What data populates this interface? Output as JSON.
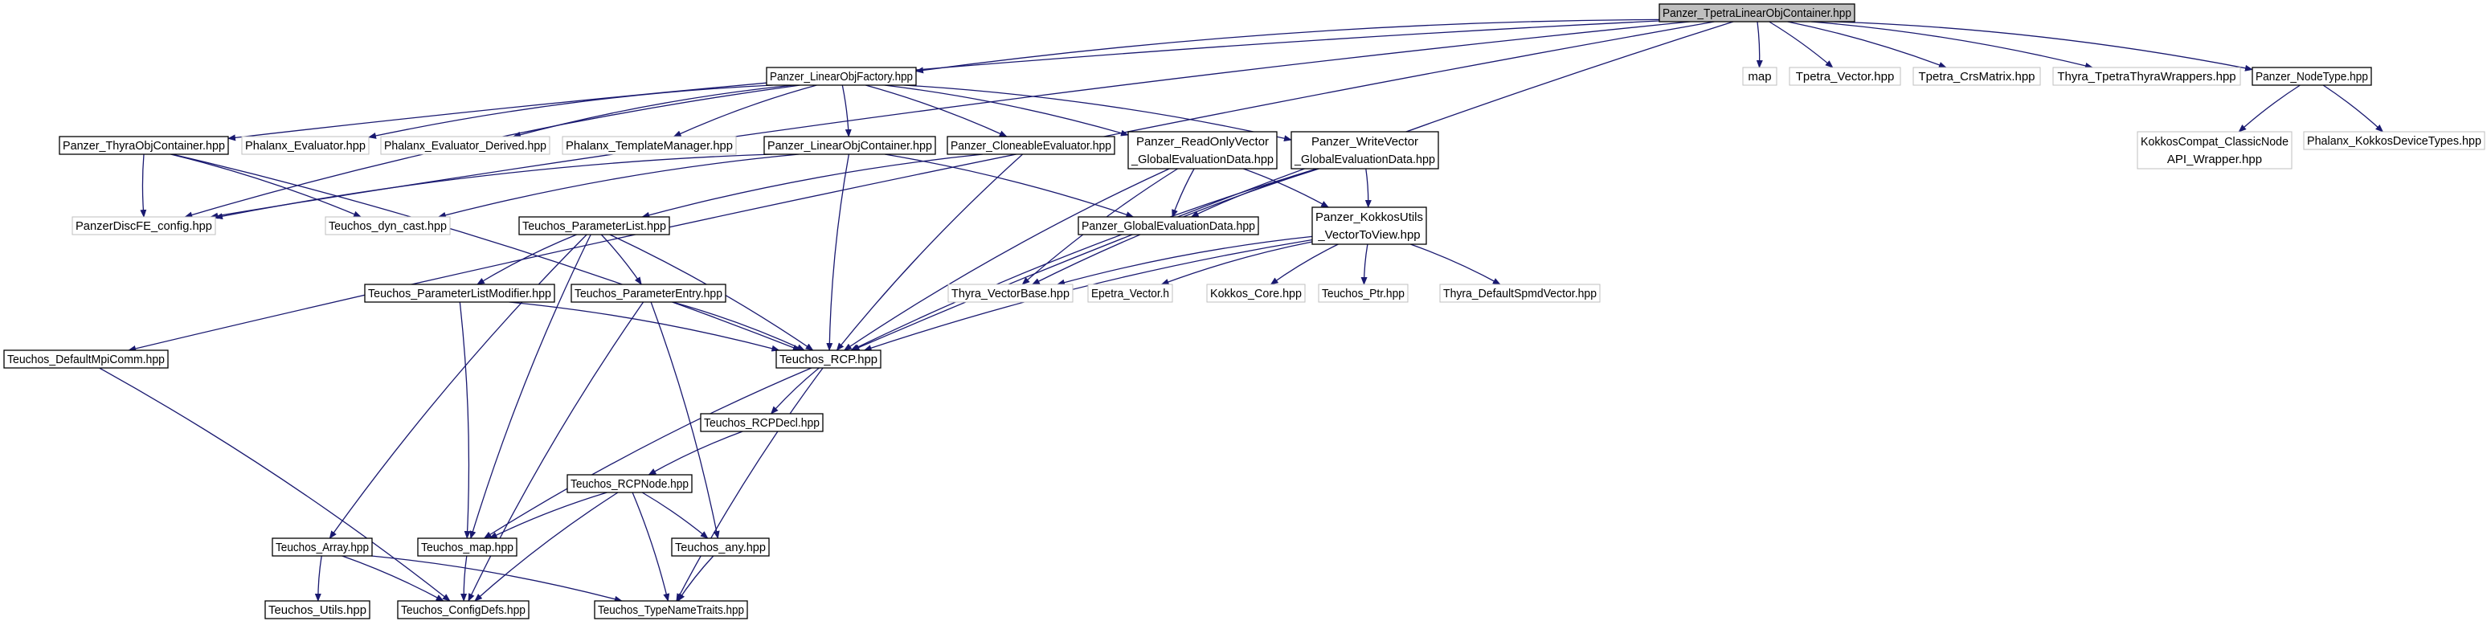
{
  "diagram": {
    "nodes": [
      {
        "id": "root",
        "lines": [
          "Panzer_TpetraLinearObjContainer.hpp"
        ],
        "style": "root"
      },
      {
        "id": "lof",
        "lines": [
          "Panzer_LinearObjFactory.hpp"
        ],
        "style": "doc"
      },
      {
        "id": "map",
        "lines": [
          "map"
        ],
        "style": "ext"
      },
      {
        "id": "tpvec",
        "lines": [
          "Tpetra_Vector.hpp"
        ],
        "style": "ext"
      },
      {
        "id": "tpcrs",
        "lines": [
          "Tpetra_CrsMatrix.hpp"
        ],
        "style": "ext"
      },
      {
        "id": "thyw",
        "lines": [
          "Thyra_TpetraThyraWrappers.hpp"
        ],
        "style": "ext"
      },
      {
        "id": "ntype",
        "lines": [
          "Panzer_NodeType.hpp"
        ],
        "style": "doc"
      },
      {
        "id": "kcn",
        "lines": [
          "KokkosCompat_ClassicNode",
          "API_Wrapper.hpp"
        ],
        "style": "ext"
      },
      {
        "id": "pkdt",
        "lines": [
          "Phalanx_KokkosDeviceTypes.hpp"
        ],
        "style": "ext"
      },
      {
        "id": "toc",
        "lines": [
          "Panzer_ThyraObjContainer.hpp"
        ],
        "style": "doc"
      },
      {
        "id": "peval",
        "lines": [
          "Phalanx_Evaluator.hpp"
        ],
        "style": "ext"
      },
      {
        "id": "pevd",
        "lines": [
          "Phalanx_Evaluator_Derived.hpp"
        ],
        "style": "ext"
      },
      {
        "id": "ptm",
        "lines": [
          "Phalanx_TemplateManager.hpp"
        ],
        "style": "ext"
      },
      {
        "id": "loc",
        "lines": [
          "Panzer_LinearObjContainer.hpp"
        ],
        "style": "doc"
      },
      {
        "id": "clev",
        "lines": [
          "Panzer_CloneableEvaluator.hpp"
        ],
        "style": "doc"
      },
      {
        "id": "rov",
        "lines": [
          "Panzer_ReadOnlyVector",
          "_GlobalEvaluationData.hpp"
        ],
        "style": "doc"
      },
      {
        "id": "wv",
        "lines": [
          "Panzer_WriteVector",
          "_GlobalEvaluationData.hpp"
        ],
        "style": "doc"
      },
      {
        "id": "pdfe",
        "lines": [
          "PanzerDiscFE_config.hpp"
        ],
        "style": "ext"
      },
      {
        "id": "dync",
        "lines": [
          "Teuchos_dyn_cast.hpp"
        ],
        "style": "ext"
      },
      {
        "id": "ged",
        "lines": [
          "Panzer_GlobalEvaluationData.hpp"
        ],
        "style": "doc"
      },
      {
        "id": "kuv",
        "lines": [
          "Panzer_KokkosUtils",
          "_VectorToView.hpp"
        ],
        "style": "doc"
      },
      {
        "id": "pl",
        "lines": [
          "Teuchos_ParameterList.hpp"
        ],
        "style": "doc"
      },
      {
        "id": "plm",
        "lines": [
          "Teuchos_ParameterListModifier.hpp"
        ],
        "style": "doc"
      },
      {
        "id": "pe",
        "lines": [
          "Teuchos_ParameterEntry.hpp"
        ],
        "style": "doc"
      },
      {
        "id": "tvb",
        "lines": [
          "Thyra_VectorBase.hpp"
        ],
        "style": "ext"
      },
      {
        "id": "epv",
        "lines": [
          "Epetra_Vector.h"
        ],
        "style": "ext"
      },
      {
        "id": "kcore",
        "lines": [
          "Kokkos_Core.hpp"
        ],
        "style": "ext"
      },
      {
        "id": "tptr",
        "lines": [
          "Teuchos_Ptr.hpp"
        ],
        "style": "ext"
      },
      {
        "id": "tdsv",
        "lines": [
          "Thyra_DefaultSpmdVector.hpp"
        ],
        "style": "ext"
      },
      {
        "id": "dmc",
        "lines": [
          "Teuchos_DefaultMpiComm.hpp"
        ],
        "style": "doc"
      },
      {
        "id": "rcp",
        "lines": [
          "Teuchos_RCP.hpp"
        ],
        "style": "doc"
      },
      {
        "id": "rcpd",
        "lines": [
          "Teuchos_RCPDecl.hpp"
        ],
        "style": "doc"
      },
      {
        "id": "rcpn",
        "lines": [
          "Teuchos_RCPNode.hpp"
        ],
        "style": "doc"
      },
      {
        "id": "arr",
        "lines": [
          "Teuchos_Array.hpp"
        ],
        "style": "doc"
      },
      {
        "id": "tmap",
        "lines": [
          "Teuchos_map.hpp"
        ],
        "style": "doc"
      },
      {
        "id": "any",
        "lines": [
          "Teuchos_any.hpp"
        ],
        "style": "doc"
      },
      {
        "id": "utils",
        "lines": [
          "Teuchos_Utils.hpp"
        ],
        "style": "doc"
      },
      {
        "id": "cdefs",
        "lines": [
          "Teuchos_ConfigDefs.hpp"
        ],
        "style": "doc"
      },
      {
        "id": "tnt",
        "lines": [
          "Teuchos_TypeNameTraits.hpp"
        ],
        "style": "doc"
      }
    ],
    "edges": [
      [
        "root",
        "lof"
      ],
      [
        "root",
        "map"
      ],
      [
        "root",
        "tpvec"
      ],
      [
        "root",
        "tpcrs"
      ],
      [
        "root",
        "thyw"
      ],
      [
        "root",
        "ntype"
      ],
      [
        "root",
        "toc"
      ],
      [
        "root",
        "pdfe"
      ],
      [
        "root",
        "dmc"
      ],
      [
        "root",
        "rcp"
      ],
      [
        "ntype",
        "kcn"
      ],
      [
        "ntype",
        "pkdt"
      ],
      [
        "lof",
        "peval"
      ],
      [
        "lof",
        "pevd"
      ],
      [
        "lof",
        "ptm"
      ],
      [
        "lof",
        "loc"
      ],
      [
        "lof",
        "clev"
      ],
      [
        "lof",
        "rov"
      ],
      [
        "lof",
        "wv"
      ],
      [
        "lof",
        "pdfe"
      ],
      [
        "toc",
        "pdfe"
      ],
      [
        "toc",
        "dync"
      ],
      [
        "toc",
        "rcp"
      ],
      [
        "loc",
        "pdfe"
      ],
      [
        "loc",
        "dync"
      ],
      [
        "loc",
        "ged"
      ],
      [
        "loc",
        "rcp"
      ],
      [
        "clev",
        "pl"
      ],
      [
        "clev",
        "rcp"
      ],
      [
        "rov",
        "ged"
      ],
      [
        "rov",
        "kuv"
      ],
      [
        "rov",
        "tvb"
      ],
      [
        "rov",
        "rcp"
      ],
      [
        "wv",
        "ged"
      ],
      [
        "wv",
        "kuv"
      ],
      [
        "wv",
        "tvb"
      ],
      [
        "wv",
        "rcp"
      ],
      [
        "kuv",
        "tvb"
      ],
      [
        "kuv",
        "epv"
      ],
      [
        "kuv",
        "kcore"
      ],
      [
        "kuv",
        "tptr"
      ],
      [
        "kuv",
        "tdsv"
      ],
      [
        "kuv",
        "rcp"
      ],
      [
        "pl",
        "plm"
      ],
      [
        "pl",
        "pe"
      ],
      [
        "pl",
        "rcp"
      ],
      [
        "pl",
        "arr"
      ],
      [
        "pl",
        "tmap"
      ],
      [
        "plm",
        "rcp"
      ],
      [
        "plm",
        "tmap"
      ],
      [
        "pe",
        "rcp"
      ],
      [
        "pe",
        "any"
      ],
      [
        "pe",
        "cdefs"
      ],
      [
        "dmc",
        "cdefs"
      ],
      [
        "rcp",
        "rcpd"
      ],
      [
        "rcp",
        "tmap"
      ],
      [
        "rcp",
        "tnt"
      ],
      [
        "rcpd",
        "rcpn"
      ],
      [
        "rcpn",
        "tmap"
      ],
      [
        "rcpn",
        "any"
      ],
      [
        "rcpn",
        "cdefs"
      ],
      [
        "rcpn",
        "tnt"
      ],
      [
        "arr",
        "utils"
      ],
      [
        "arr",
        "cdefs"
      ],
      [
        "arr",
        "tnt"
      ],
      [
        "tmap",
        "cdefs"
      ],
      [
        "any",
        "tnt"
      ]
    ]
  },
  "colors": {
    "background": "#ffffff",
    "root_fill": "#bfbfbf",
    "node_fill": "#ffffff",
    "doc_border": "#000000",
    "ext_border": "#bfbfbf",
    "text": "#000000",
    "edge": "#191970"
  }
}
